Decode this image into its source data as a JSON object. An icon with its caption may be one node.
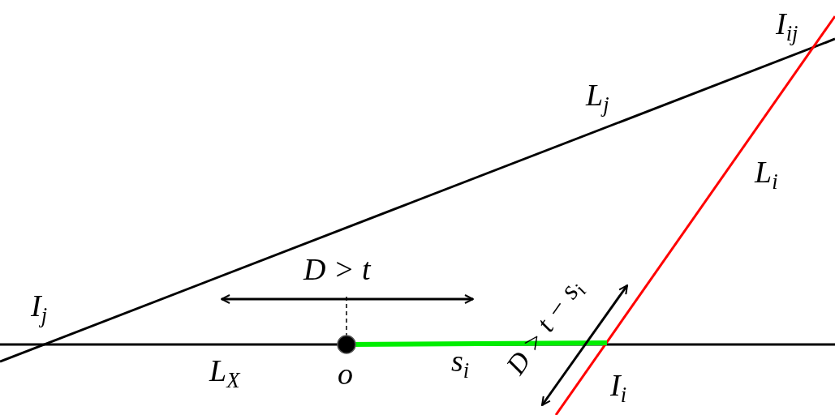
{
  "diagram": {
    "labels": [
      "I$_{ij}$",
      "L$_{j}$",
      "L$_{i}$",
      "D > t",
      "I$_{j}$",
      "L$_{X}$",
      "o",
      "s$_{i}$",
      "D > t − s$_{i}$",
      "I$_{i}$"
    ]
  }
}
